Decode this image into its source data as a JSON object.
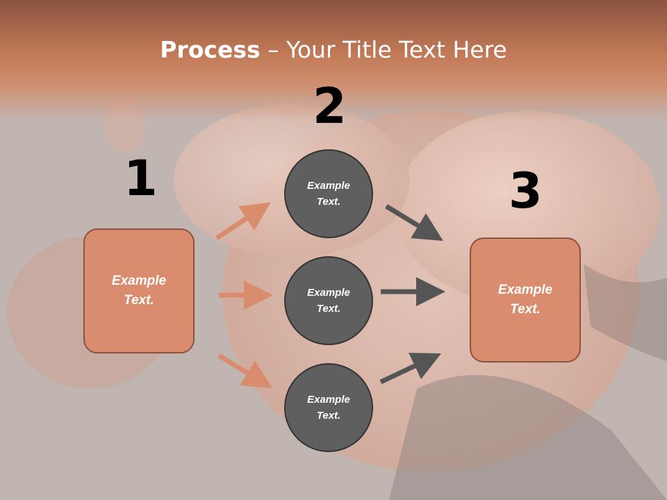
{
  "title": {
    "bold": "Process",
    "rest": " – Your Title Text Here"
  },
  "steps": [
    {
      "number": "1",
      "text": "Example Text."
    },
    {
      "number": "2"
    },
    {
      "number": "3",
      "text": "Example Text."
    }
  ],
  "circles": [
    {
      "text": "Example Text."
    },
    {
      "text": "Example Text."
    },
    {
      "text": "Example Text."
    }
  ],
  "colors": {
    "title_band": "#c27a57",
    "box_fill": "#d98c6e",
    "box_border": "#8a5240",
    "circle_fill": "#5f5f5f",
    "left_arrow": "#d98c6e",
    "right_arrow": "#555555"
  }
}
